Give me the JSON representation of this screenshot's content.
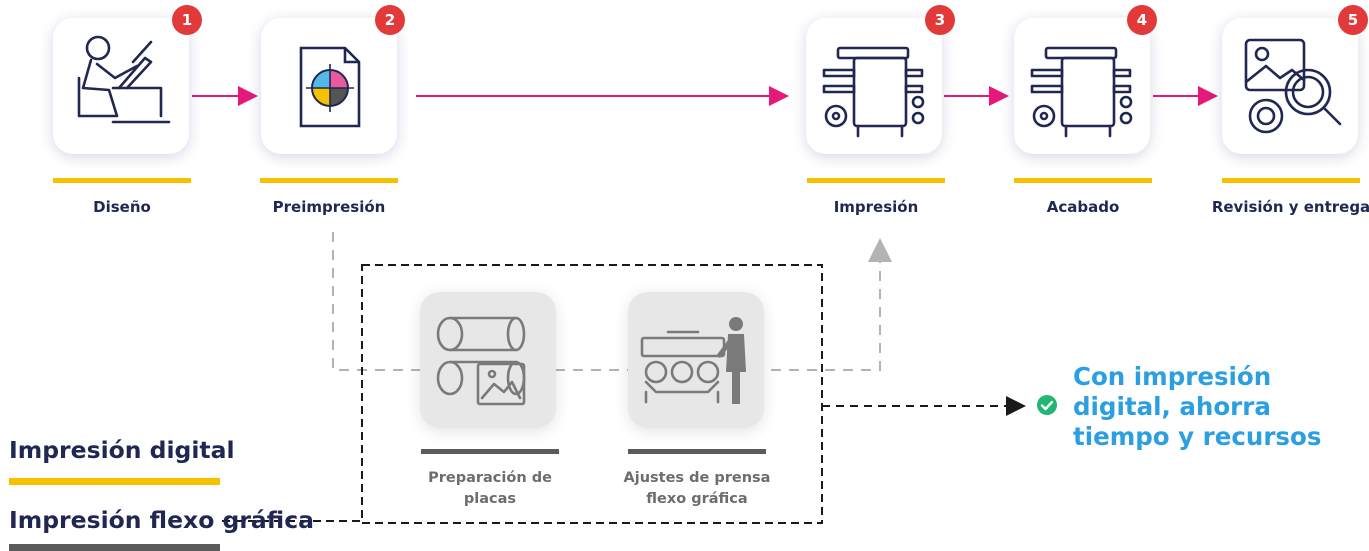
{
  "steps": [
    {
      "number": "1",
      "label": "Diseño",
      "icon": "designer-at-desk-icon"
    },
    {
      "number": "2",
      "label": "Preimpresión",
      "icon": "cmyk-document-icon"
    },
    {
      "number": "3",
      "label": "Impresión",
      "icon": "printing-press-icon"
    },
    {
      "number": "4",
      "label": "Acabado",
      "icon": "finishing-machine-icon"
    },
    {
      "number": "5",
      "label": "Revisión y entrega",
      "icon": "image-magnifier-icon"
    }
  ],
  "flexo_steps": [
    {
      "label": "Preparación de placas",
      "icon": "plate-roller-icon"
    },
    {
      "label": "Ajustes de prensa flexo gráfica",
      "icon": "press-operator-icon"
    }
  ],
  "legend": {
    "digital": "Impresión digital",
    "flexo": "Impresión flexo gráfica"
  },
  "note": "Con impresión digital, ahorra tiempo y recursos",
  "colors": {
    "digital_path": "#e6197a",
    "accent_yellow": "#f6c200",
    "flexo_gray": "#5b5b5b",
    "badge_red": "#e23a3a",
    "note_blue": "#2b9fe0",
    "check_green": "#22b573"
  }
}
